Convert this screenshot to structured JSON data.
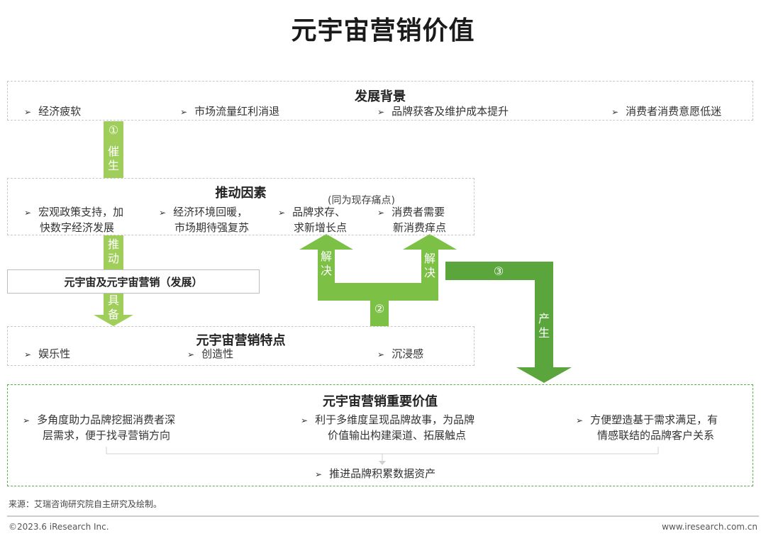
{
  "title": "元宇宙营销价值",
  "background": {
    "heading": "发展背景",
    "items": [
      "经济疲软",
      "市场流量红利消退",
      "品牌获客及维护成本提升",
      "消费者消费意愿低迷"
    ]
  },
  "arrow1": {
    "num": "①",
    "c1": "催",
    "c2": "生"
  },
  "drivers": {
    "heading": "推动因素",
    "note": "(同为现存痛点)",
    "items": [
      {
        "l1": "宏观政策支持，加",
        "l2": "快数字经济发展"
      },
      {
        "l1": "经济环境回暖，",
        "l2": "市场期待强复苏"
      },
      {
        "l1": "品牌求存、",
        "l2": "求新增长点"
      },
      {
        "l1": "消费者需要",
        "l2": "新消费痒点"
      }
    ]
  },
  "arrow_push": {
    "c1": "推",
    "c2": "动"
  },
  "dev_box": {
    "label": "元宇宙及元宇宙营销（发展）"
  },
  "arrow_have": {
    "c1": "具",
    "c2": "备"
  },
  "solve_left": {
    "c1": "解",
    "c2": "决"
  },
  "solve_right": {
    "c1": "解",
    "c2": "决"
  },
  "num2": "②",
  "num3": "③",
  "produce": {
    "c1": "产",
    "c2": "生"
  },
  "features": {
    "heading": "元宇宙营销特点",
    "items": [
      "娱乐性",
      "创造性",
      "沉浸感"
    ]
  },
  "value": {
    "heading": "元宇宙营销重要价值",
    "items": [
      {
        "l1": "多角度助力品牌挖掘消费者深",
        "l2": "层需求，便于找寻营销方向"
      },
      {
        "l1": "利于多维度呈现品牌故事，为品牌",
        "l2": "价值输出构建渠道、拓展触点"
      },
      {
        "l1": "方便塑造基于需求满足，有",
        "l2": "情感联结的品牌客户关系"
      }
    ],
    "bottom": "推进品牌积累数据资产"
  },
  "footer": {
    "source": "来源：艾瑞咨询研究院自主研究及绘制。",
    "copyright": "©2023.6 iResearch Inc.",
    "website": "www.iresearch.com.cn"
  },
  "colors": {
    "light_green": "#9fce5a",
    "mid_green": "#7cc046",
    "dark_green": "#5aa63c",
    "value_border": "#5bb04a"
  }
}
